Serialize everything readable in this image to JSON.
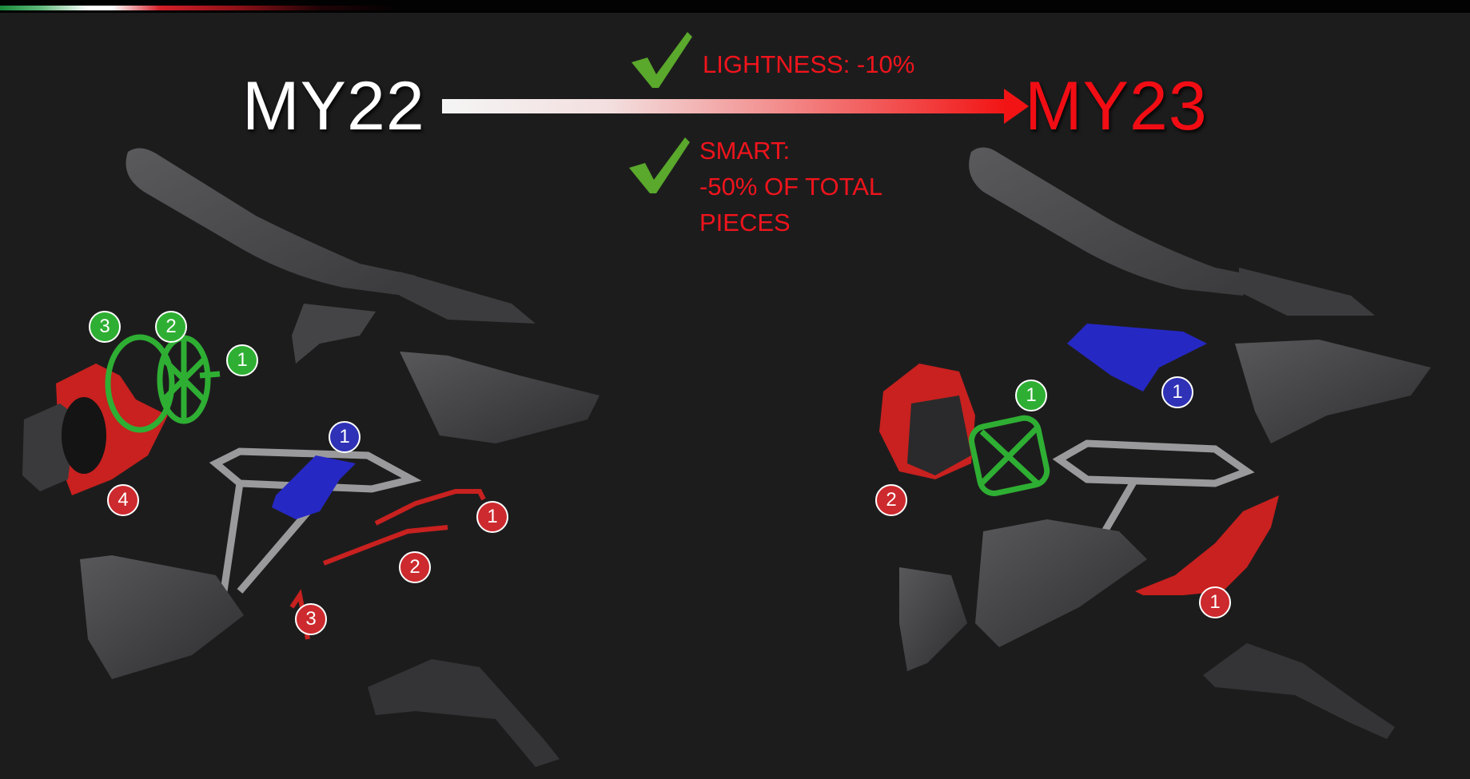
{
  "header": {
    "from_model": "MY22",
    "to_model": "MY23"
  },
  "claims": {
    "lightness": "LIGHTNESS: -10%",
    "smart_line1": "SMART:",
    "smart_line2": "-50% OF TOTAL",
    "smart_line3": "PIECES"
  },
  "colors": {
    "accent_red": "#f0141c",
    "check_green": "#5aa82c",
    "badge_green": "#2eaf33",
    "badge_red": "#cc2a2e",
    "badge_blue": "#2f31b6"
  },
  "my22_badges": [
    {
      "label": "3",
      "color": "green"
    },
    {
      "label": "2",
      "color": "green"
    },
    {
      "label": "1",
      "color": "green"
    },
    {
      "label": "1",
      "color": "blue"
    },
    {
      "label": "4",
      "color": "red"
    },
    {
      "label": "1",
      "color": "red"
    },
    {
      "label": "2",
      "color": "red"
    },
    {
      "label": "3",
      "color": "red"
    }
  ],
  "my23_badges": [
    {
      "label": "1",
      "color": "blue"
    },
    {
      "label": "1",
      "color": "green"
    },
    {
      "label": "2",
      "color": "red"
    },
    {
      "label": "1",
      "color": "red"
    }
  ]
}
